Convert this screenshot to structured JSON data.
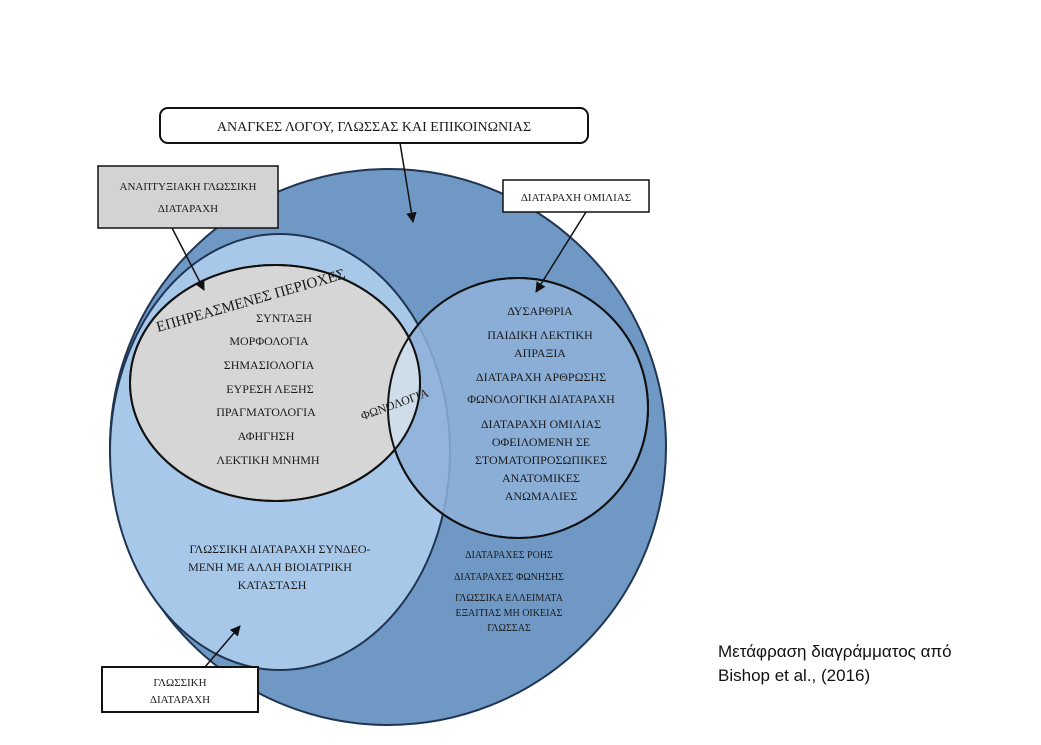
{
  "diagram": {
    "top_box": "ΑΝΑΓΚΕΣ ΛΟΓΟΥ, ΓΛΩΣΣΑΣ ΚΑΙ ΕΠΙΚΟΙΝΩΝΙΑΣ",
    "dld_box": {
      "line1": "ΑΝΑΠΤΥΞΙΑΚΗ ΓΛΩΣΣΙΚΗ",
      "line2": "ΔΙΑΤΑΡΑΧΗ"
    },
    "speech_box": "ΔΙΑΤΑΡΑΧΗ ΟΜΙΛΙΑΣ",
    "language_box": {
      "line1": "ΓΛΩΣΣΙΚΗ",
      "line2": "ΔΙΑΤΑΡΑΧΗ"
    },
    "affected_areas_title": "ΕΠΗΡΕΑΣΜΕΝΕΣ ΠΕΡΙΟΧΕΣ",
    "affected_areas": [
      "ΣΥΝΤΑΞΗ",
      "ΜΟΡΦΟΛΟΓΙΑ",
      "ΣΗΜΑΣΙΟΛΟΓΙΑ",
      "ΕΥΡΕΣΗ ΛΕΞΗΣ",
      "ΠΡΑΓΜΑΤΟΛΟΓΙΑ",
      "ΑΦΗΓΗΣΗ",
      "ΛΕΚΤΙΚΗ ΜΝΗΜΗ"
    ],
    "center_label": "ΦΩΝΟΛΟΓΙΑ",
    "speech_items": [
      "ΔΥΣΑΡΘΡΙΑ",
      "ΠΑΙΔΙΚΗ ΛΕΚΤΙΚΗ",
      "ΑΠΡΑΞΙΑ",
      "ΔΙΑΤΑΡΑΧΗ ΑΡΘΡΩΣΗΣ",
      "ΦΩΝΟΛΟΓΙΚΗ ΔΙΑΤΑΡΑΧΗ",
      "ΔΙΑΤΑΡΑΧΗ ΟΜΙΛΙΑΣ",
      "ΟΦΕΙΛΟΜΕΝΗ ΣΕ",
      "ΣΤΟΜΑΤΟΠΡΟΣΩΠΙΚΕΣ",
      "ΑΝΑΤΟΜΙΚΕΣ",
      "ΑΝΩΜΑΛΙΕΣ"
    ],
    "associated_condition": [
      "ΓΛΩΣΣΙΚΗ ΔΙΑΤΑΡΑΧΗ ΣΥΝΔΕΟ-",
      "ΜΕΝΗ ΜΕ ΑΛΛΗ ΒΙΟΙΑΤΡΙΚΗ",
      "ΚΑΤΑΣΤΑΣΗ"
    ],
    "other_needs": [
      "ΔΙΑΤΑΡΑΧΕΣ ΡΟΗΣ",
      "ΔΙΑΤΑΡΑΧΕΣ ΦΩΝΗΣΗΣ",
      "ΓΛΩΣΣΙΚΑ ΕΛΛΕΙΜΑΤΑ",
      "ΕΞΑΙΤΙΑΣ ΜΗ ΟΙΚΕΙΑΣ",
      "ΓΛΩΣΣΑΣ"
    ],
    "colors": {
      "outer_circle": "#6f98c5",
      "language_ellipse": "#a8c8ea",
      "affected_ellipse": "#d6d6d6",
      "speech_ellipse": "#8fb1d8",
      "intersection": "#b9d3ee",
      "dld_box_fill": "#d3d3d3"
    }
  },
  "caption": {
    "line1": "Μετάφραση διαγράμματος από",
    "line2": "Bishop et al., (2016)"
  }
}
